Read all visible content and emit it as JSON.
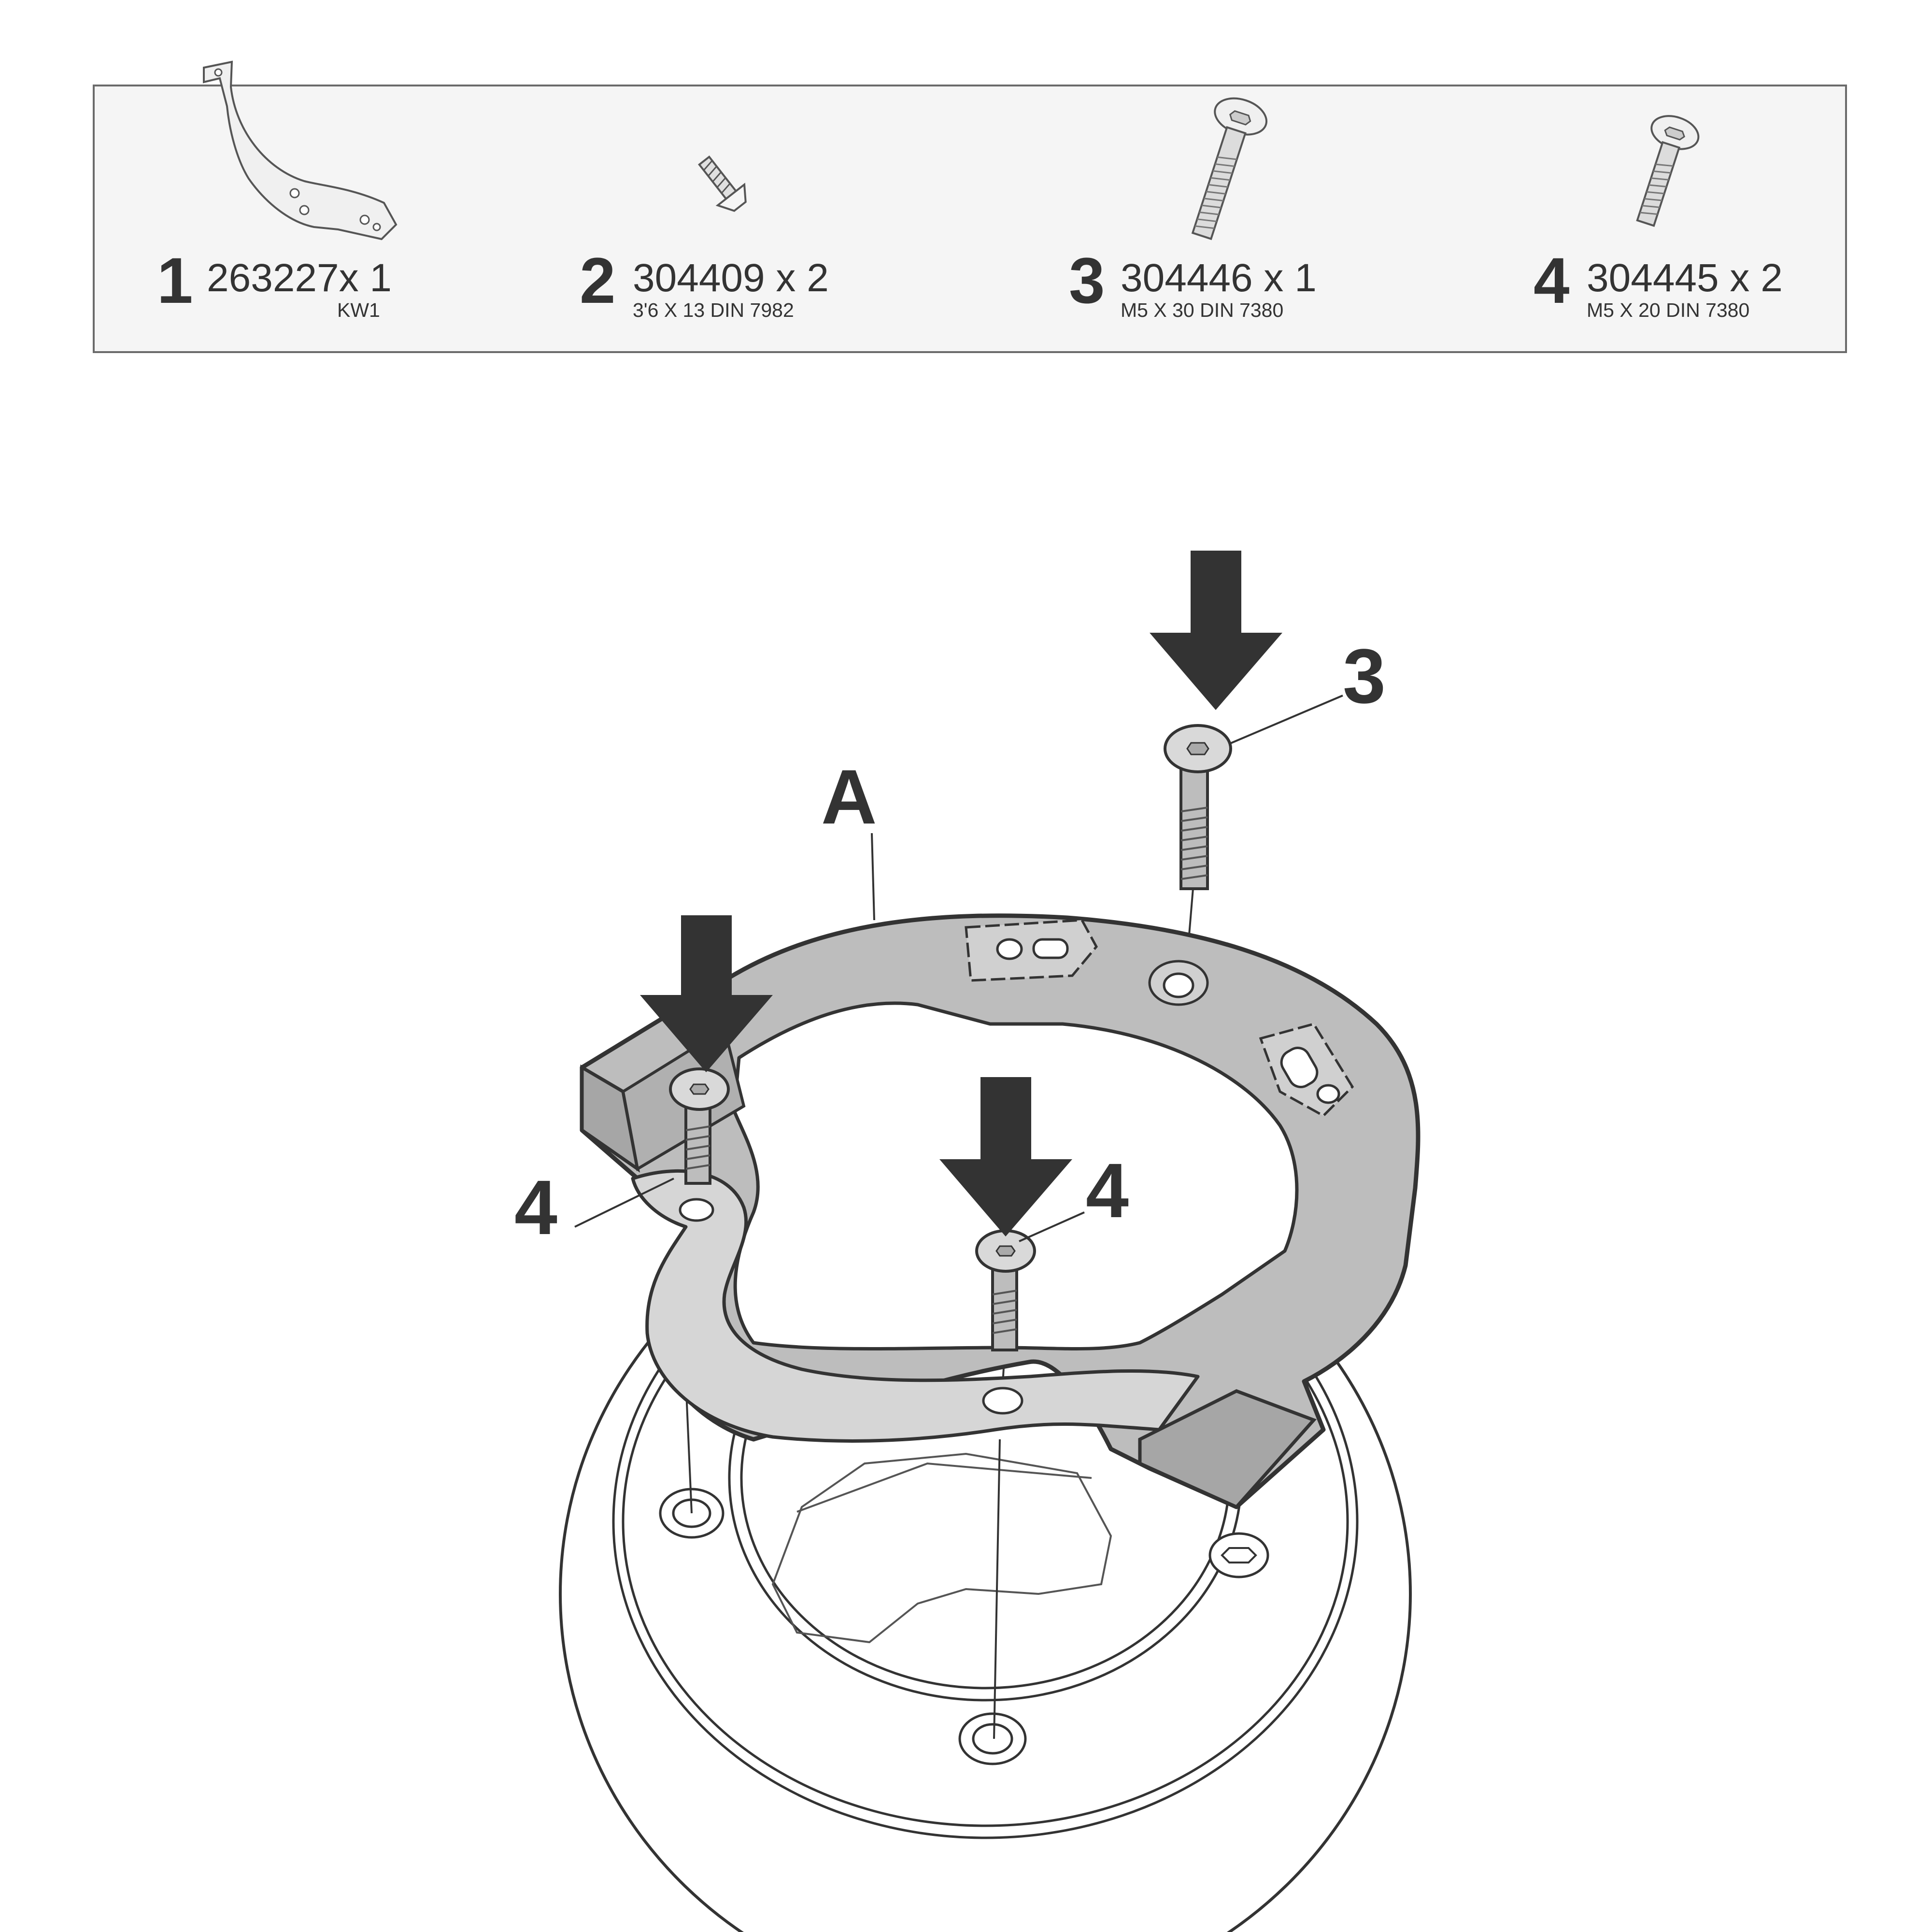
{
  "parts": [
    {
      "number": "1",
      "code": "263227x 1",
      "spec": "KW1",
      "icon": "bracket-plate-icon"
    },
    {
      "number": "2",
      "code": "304409 x 2",
      "spec": "3'6 X 13 DIN 7982",
      "icon": "tapping-screw-icon"
    },
    {
      "number": "3",
      "code": "304446 x 1",
      "spec": "M5 X 30 DIN 7380",
      "icon": "long-bolt-icon"
    },
    {
      "number": "4",
      "code": "304445 x 2",
      "spec": "M5 X 20 DIN 7380",
      "icon": "short-bolt-icon"
    }
  ],
  "assembly": {
    "ring_label": "A",
    "callouts": [
      "3",
      "4",
      "4"
    ]
  },
  "colors": {
    "ink": "#333333",
    "ring_fill": "#bdbdbd",
    "panel_fill": "#f5f5f5",
    "border": "#6b6b6b"
  }
}
